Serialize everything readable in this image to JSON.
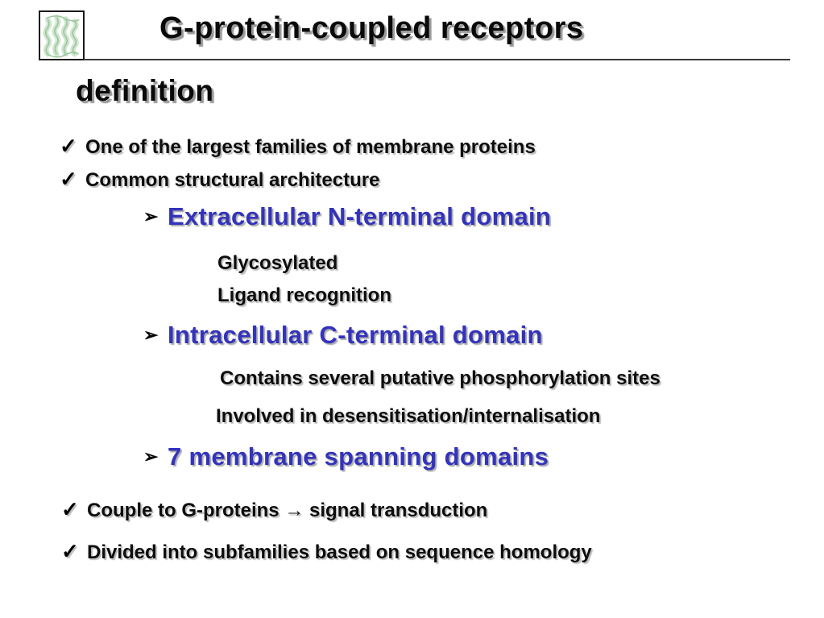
{
  "slide": {
    "title": "G-protein-coupled receptors",
    "subtitle": "definition"
  },
  "glyphs": {
    "check": "✓",
    "arrow": "➢",
    "logo_icon": "protein-ribbon-structure-thumbnail"
  },
  "colors": {
    "background": "#ffffff",
    "body_text": "#000000",
    "accent_blue": "#3333bb",
    "shadow_gray": "#9a9a9a",
    "logo_green": "#b8d9b8"
  },
  "content": {
    "items": [
      {
        "type": "check",
        "text": "One of the largest families of membrane proteins"
      },
      {
        "type": "check",
        "text": "Common structural architecture"
      },
      {
        "type": "arrow",
        "text": "Extracellular N-terminal domain"
      },
      {
        "type": "plain",
        "text": "Glycosylated"
      },
      {
        "type": "plain",
        "text": "Ligand recognition"
      },
      {
        "type": "arrow",
        "text": "Intracellular C-terminal domain"
      },
      {
        "type": "plain",
        "text": "Contains several putative phosphorylation sites"
      },
      {
        "type": "plain",
        "text": "Involved in desensitisation/internalisation"
      },
      {
        "type": "arrow",
        "text": "7 membrane spanning domains"
      },
      {
        "type": "check",
        "text": "Couple to G-proteins → signal transduction"
      },
      {
        "type": "check",
        "text": "Divided into subfamilies based on sequence homology"
      }
    ]
  }
}
